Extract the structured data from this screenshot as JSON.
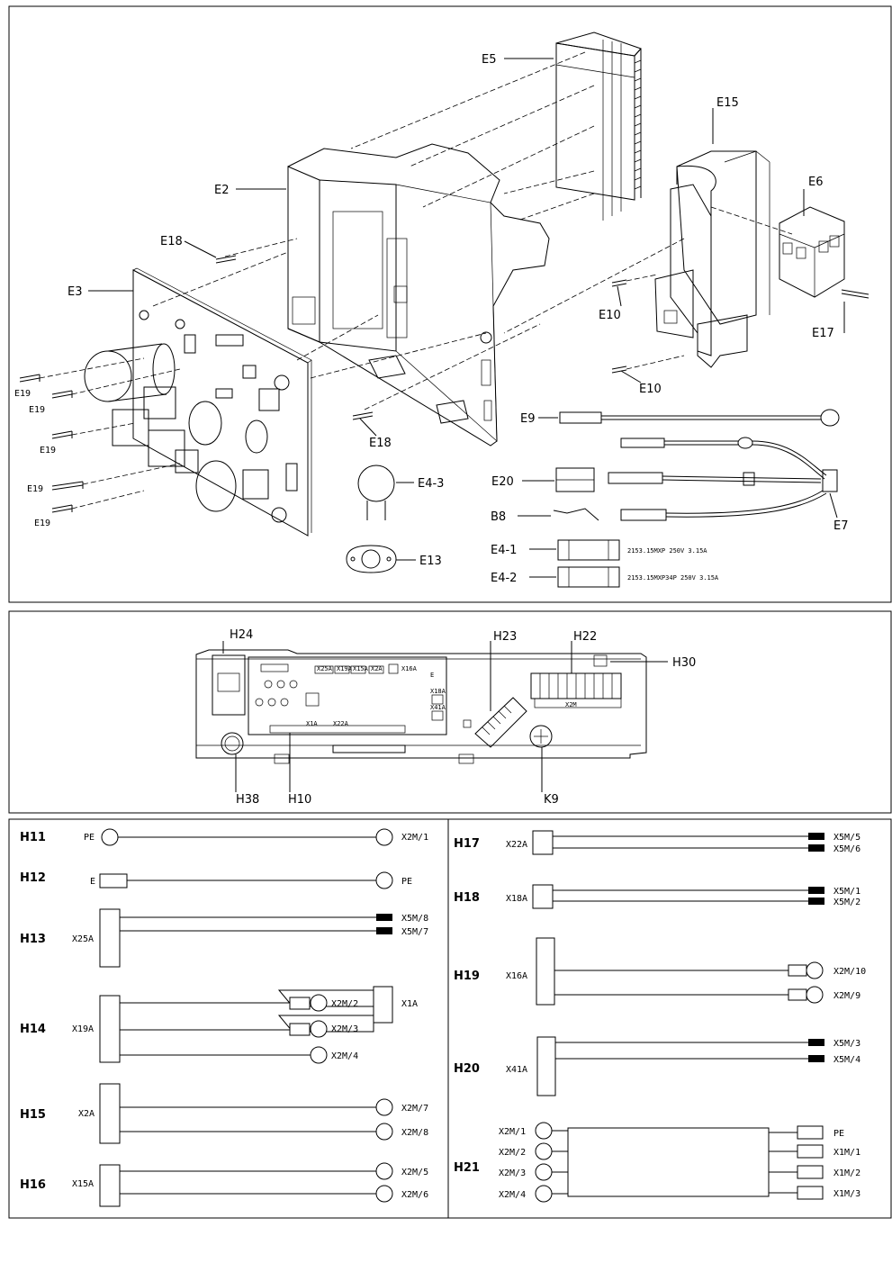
{
  "exploded_view": {
    "labels": {
      "E5": "E5",
      "E15": "E15",
      "E2": "E2",
      "E6": "E6",
      "E18a": "E18",
      "E3": "E3",
      "E10a": "E10",
      "E17": "E17",
      "E10b": "E10",
      "E19a": "E19",
      "E19b": "E19",
      "E19c": "E19",
      "E19d": "E19",
      "E19e": "E19",
      "E18b": "E18",
      "E9": "E9",
      "E20": "E20",
      "E4_3": "E4-3",
      "B8": "B8",
      "E7": "E7",
      "E4_1": "E4-1",
      "E4_2": "E4-2",
      "E13": "E13"
    },
    "fuse_1_spec": "2153.15MXP 250V 3.15A",
    "fuse_2_spec": "2153.15MXP34P 250V 3.15A"
  },
  "board_view": {
    "labels": {
      "H24": "H24",
      "H23": "H23",
      "H22": "H22",
      "H30": "H30",
      "H38": "H38",
      "H10": "H10",
      "K9": "K9"
    },
    "pcb_markings": [
      "X25A",
      "X19A",
      "X15A",
      "X2A",
      "X16A",
      "X18A",
      "X41A",
      "X22A",
      "X1A",
      "E"
    ],
    "terminal_label": "X2M"
  },
  "wiring": {
    "left": [
      {
        "id": "H11",
        "from": "PE",
        "to": [
          "X2M/1"
        ]
      },
      {
        "id": "H12",
        "from": "E",
        "to": [
          "PE"
        ]
      },
      {
        "id": "H13",
        "from": "X25A",
        "to": [
          "X5M/8",
          "X5M/7"
        ]
      },
      {
        "id": "H14",
        "from": "X19A",
        "to": [
          "X2M/2",
          "X2M/3",
          "X2M/4"
        ],
        "aux": "X1A"
      },
      {
        "id": "H15",
        "from": "X2A",
        "to": [
          "X2M/7",
          "X2M/8"
        ]
      },
      {
        "id": "H16",
        "from": "X15A",
        "to": [
          "X2M/5",
          "X2M/6"
        ]
      }
    ],
    "right": [
      {
        "id": "H17",
        "from": "X22A",
        "to": [
          "X5M/5",
          "X5M/6"
        ]
      },
      {
        "id": "H18",
        "from": "X18A",
        "to": [
          "X5M/1",
          "X5M/2"
        ]
      },
      {
        "id": "H19",
        "from": "X16A",
        "to": [
          "X2M/10",
          "X2M/9"
        ]
      },
      {
        "id": "H20",
        "from": "X41A",
        "to": [
          "X5M/3",
          "X5M/4"
        ]
      },
      {
        "id": "H21",
        "from": [
          "X2M/1",
          "X2M/2",
          "X2M/3",
          "X2M/4"
        ],
        "to": [
          "PE",
          "X1M/1",
          "X1M/2",
          "X1M/3"
        ]
      }
    ]
  }
}
